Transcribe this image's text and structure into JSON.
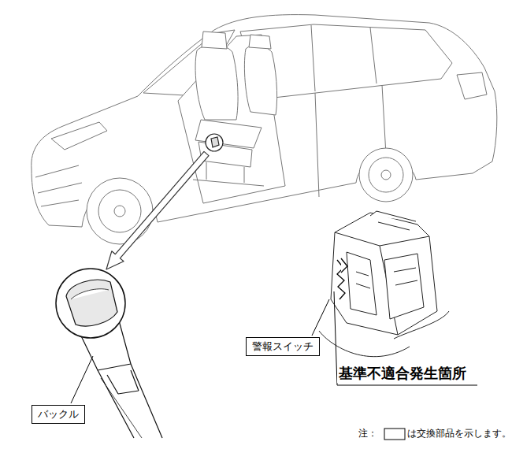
{
  "diagram": {
    "nodes": [
      {
        "text": [
          "バックル"
        ]
      },
      {
        "text": [
          "警報スイッチ"
        ]
      }
    ],
    "labels": [
      "基準不適合発生箇所",
      "注：",
      "は交換部品を示します。"
    ]
  }
}
